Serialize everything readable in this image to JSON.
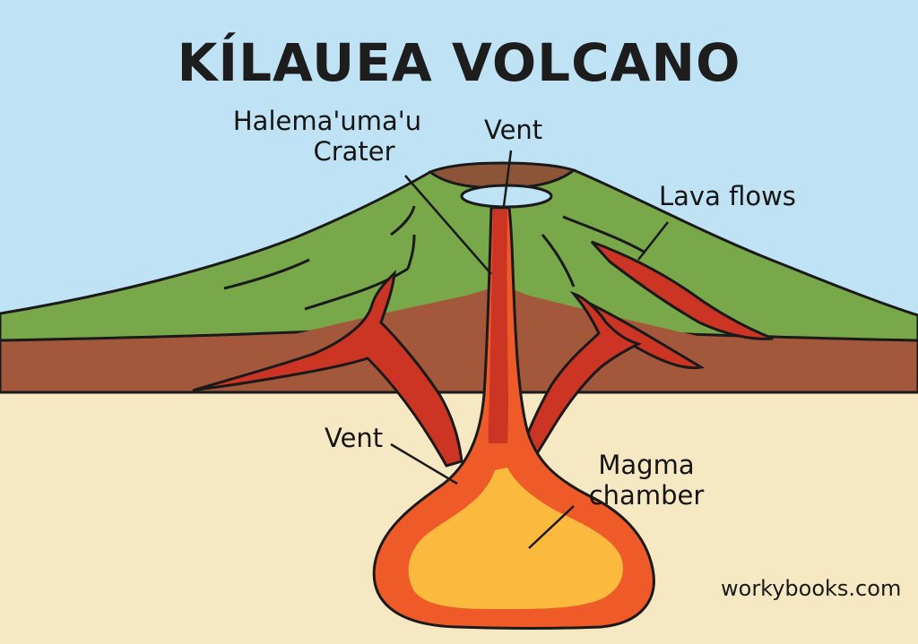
{
  "title": "KÍLAUEA VOLCANO",
  "labels": {
    "crater_line1": "Halema'uma'u",
    "crater_line2": "Crater",
    "vent_top": "Vent",
    "lava_flows": "Lava flows",
    "vent_lower": "Vent",
    "magma_line1": "Magma",
    "magma_line2": "chamber"
  },
  "credit": "workybooks.com",
  "colors": {
    "sky": "#bfe3f4",
    "mountain": "#78a84a",
    "soil": "#a3583c",
    "ground": "#f7e8c4",
    "lava": "#cc3523",
    "magma_outer": "#ee5a28",
    "magma_inner": "#fbba3e",
    "crater_water": "#bde3f4",
    "rim": "#8d5538"
  }
}
